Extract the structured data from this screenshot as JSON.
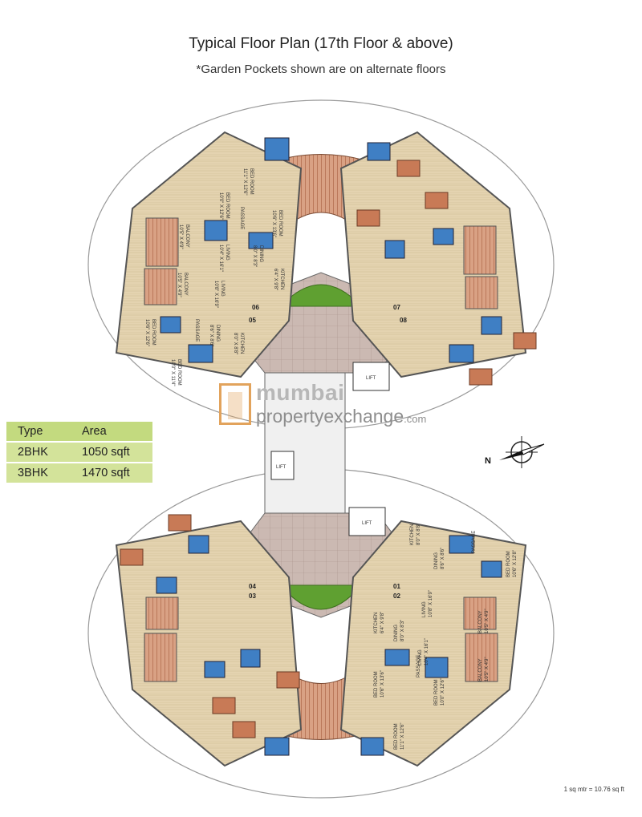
{
  "title": "Typical Floor Plan (17th Floor & above)",
  "subtitle": "*Garden Pockets shown are on alternate floors",
  "area_table": {
    "header": {
      "type": "Type",
      "area": "Area"
    },
    "rows": [
      {
        "type": "2BHK",
        "area": "1050 sqft"
      },
      {
        "type": "3BHK",
        "area": "1470 sqft"
      }
    ]
  },
  "watermark": {
    "line1": "mumbai",
    "line2": "propertyexchange",
    "suffix": ".com"
  },
  "compass": {
    "label": "N"
  },
  "footnote": "1 sq mtr = 10.76 sq ft",
  "unit_numbers": [
    "01",
    "02",
    "03",
    "04",
    "05",
    "06",
    "07",
    "08"
  ],
  "lift_label": "LIFT",
  "room_labels": {
    "bed_room_1": "BED ROOM",
    "bed_room_1_dim": "11'1\" X 12'6\"",
    "bed_room_2": "BED ROOM",
    "bed_room_2_dim": "10'0\" X 12'6\"",
    "bed_room_3": "BED ROOM",
    "bed_room_3_dim": "10'6\" X 13'6\"",
    "balcony_1": "BALCONY",
    "balcony_1_dim": "10'5\" X 4'9\"",
    "balcony_2": "BALCONY",
    "balcony_2_dim": "10'5\" X 4'9\"",
    "living_1": "LIVING",
    "living_1_dim": "10'4\" X 16'1\"",
    "living_2": "LIVING",
    "living_2_dim": "10'8\" X 16'9\"",
    "dining_1": "DINING",
    "dining_1_dim": "8'0\" X 8'3\"",
    "dining_2": "DINING",
    "dining_2_dim": "8'6\" X 8'6\"",
    "kitchen_1": "KITCHEN",
    "kitchen_1_dim": "6'4\" X 9'8\"",
    "kitchen_2": "KITCHEN",
    "kitchen_2_dim": "8'0\" X 8'8\"",
    "passage_1": "PASSAGE",
    "passage_2": "PASSAGE",
    "bed_room_4": "BED ROOM",
    "bed_room_4_dim": "10'6\" X 12'6\"",
    "bed_room_5": "BED ROOM",
    "bed_room_5_dim": "10'0\" X 11'4\"",
    "kitchen_3": "KITCHEN",
    "kitchen_3_dim": "8'0\" X 8'8\"",
    "dining_3": "DINING",
    "dining_3_dim": "8'6\" X 8'6\"",
    "living_3": "LIVING",
    "living_3_dim": "10'8\" X 16'9\"",
    "bed_room_6": "BED ROOM",
    "bed_room_6_dim": "10'6\" X 12'8\"",
    "balcony_3": "BALCONY",
    "balcony_3_dim": "10'5\" X 4'9\"",
    "kitchen_4": "KITCHEN",
    "kitchen_4_dim": "6'4\" X 9'8\"",
    "dining_4": "DINING",
    "dining_4_dim": "8'0\" X 8'3\"",
    "living_4": "LIVING",
    "living_4_dim": "10'4\" X 16'1\"",
    "balcony_4": "BALCONY",
    "balcony_4_dim": "10'5\" X 4'9\"",
    "bed_room_7": "BED ROOM",
    "bed_room_7_dim": "10'6\" X 13'6\"",
    "bed_room_8": "BED ROOM",
    "bed_room_8_dim": "10'0\" X 12'6\"",
    "bed_room_9": "BED ROOM",
    "bed_room_9_dim": "11'1\" X 12'6\"",
    "passage_3": "PASSAGE",
    "passage_4": "PASSAGE"
  },
  "colors": {
    "floor": "#e8dbbf",
    "wall": "#555555",
    "garden": "#5fa031",
    "terrace": "#d49a7e",
    "lobby": "#c9b7b0",
    "bathroom": "#3f7fc4",
    "accent_table": "#d3e39a",
    "watermark_orange": "#e2a35c"
  }
}
